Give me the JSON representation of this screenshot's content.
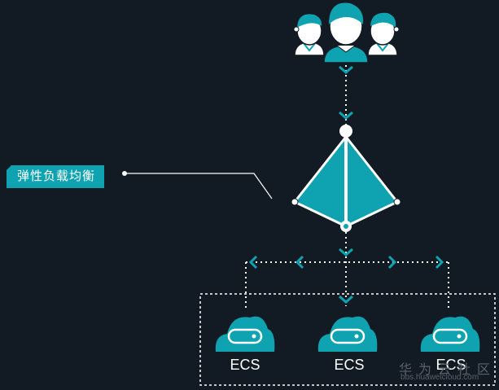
{
  "diagram": {
    "lb_label": "弹性负载均衡",
    "ecs_nodes": [
      {
        "label": "ECS"
      },
      {
        "label": "ECS"
      },
      {
        "label": "ECS"
      }
    ],
    "watermark_text": "华为云社区",
    "watermark_url": "bbs.huaweicloud.com"
  },
  "colors": {
    "background": "#121a23",
    "accent": "#0fa3b1",
    "line": "#ffffff"
  }
}
